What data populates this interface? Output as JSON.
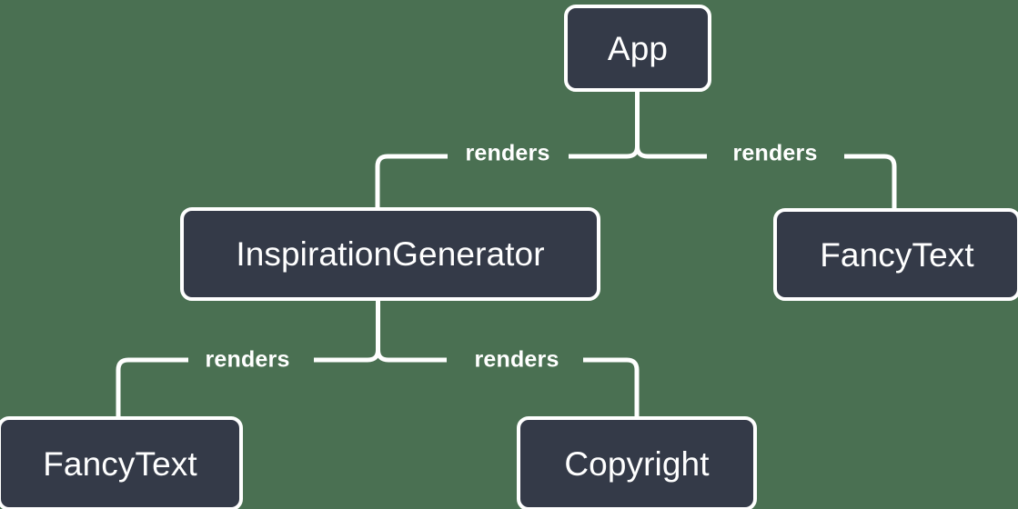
{
  "diagram": {
    "type": "component-tree",
    "title": "React component render tree",
    "background_color": "#4a7052",
    "node_fill_color": "#343a48",
    "node_border_color": "#ffffff",
    "edge_color": "#ffffff",
    "label_color": "#ffffff",
    "nodes": [
      {
        "id": "app",
        "label": "App"
      },
      {
        "id": "inspiration_generator",
        "label": "InspirationGenerator"
      },
      {
        "id": "fancytext_right",
        "label": "FancyText"
      },
      {
        "id": "fancytext_left",
        "label": "FancyText"
      },
      {
        "id": "copyright",
        "label": "Copyright"
      }
    ],
    "edges": [
      {
        "from": "app",
        "to": "inspiration_generator",
        "label": "renders"
      },
      {
        "from": "app",
        "to": "fancytext_right",
        "label": "renders"
      },
      {
        "from": "inspiration_generator",
        "to": "fancytext_left",
        "label": "renders"
      },
      {
        "from": "inspiration_generator",
        "to": "copyright",
        "label": "renders"
      }
    ]
  }
}
